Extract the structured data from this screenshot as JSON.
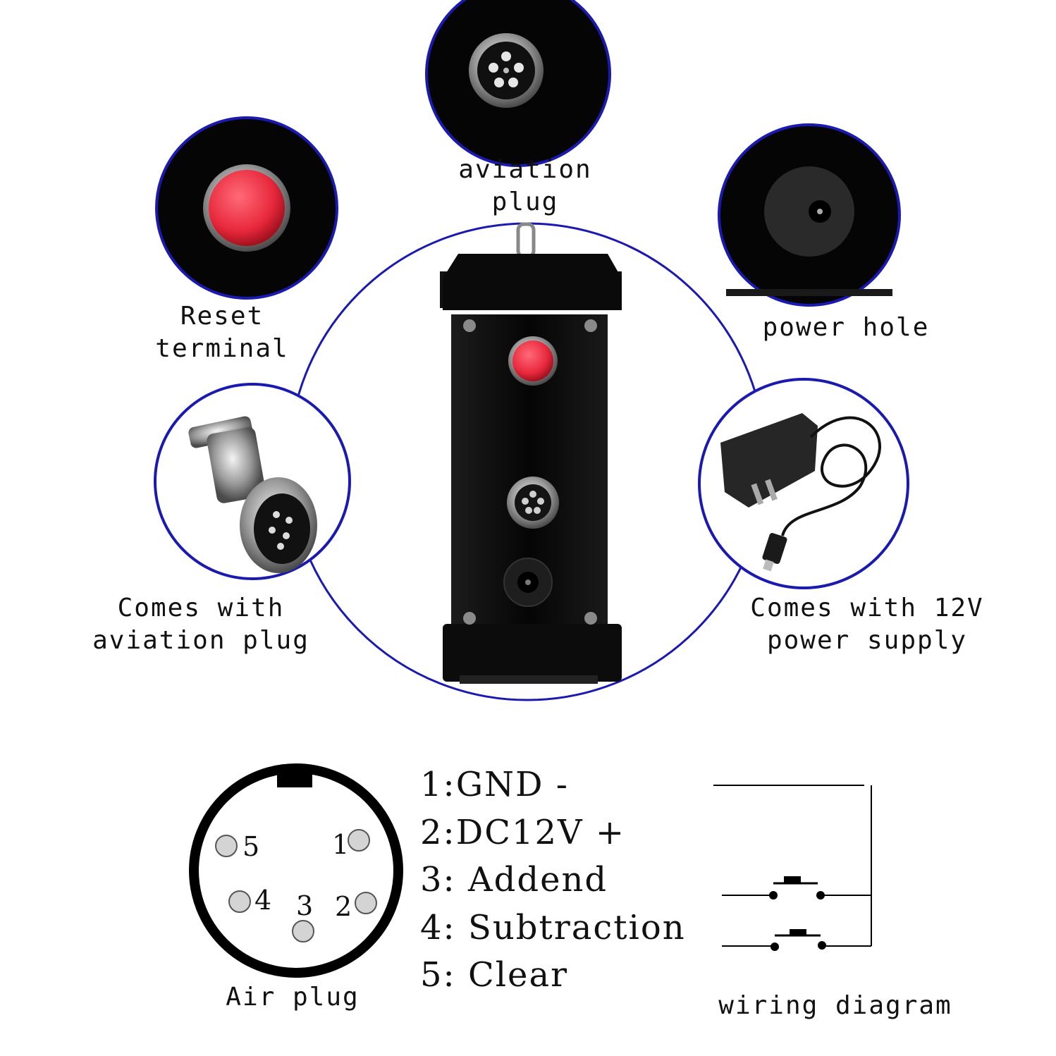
{
  "callouts": {
    "aviation_plug": [
      "aviation",
      "plug"
    ],
    "reset_terminal": [
      "Reset",
      "terminal"
    ],
    "power_hole": [
      "power hole"
    ],
    "comes_with_aviation_plug": [
      "Comes with",
      "aviation plug"
    ],
    "comes_with_power_supply": [
      "Comes with 12V",
      "power supply"
    ]
  },
  "air_plug": {
    "label": "Air plug",
    "pins": [
      {
        "number": "1"
      },
      {
        "number": "2"
      },
      {
        "number": "3"
      },
      {
        "number": "4"
      },
      {
        "number": "5"
      }
    ]
  },
  "pin_assignments": [
    "1:GND -",
    "2:DC12V +",
    "3: Addend",
    "4: Subtraction",
    "5: Clear"
  ],
  "wiring": {
    "label": "wiring diagram"
  },
  "colors": {
    "ring": "#1a1ab0",
    "button_red": "#e8283c",
    "device_body": "#0b0b0b",
    "pin_fill": "#d4d4d4"
  }
}
